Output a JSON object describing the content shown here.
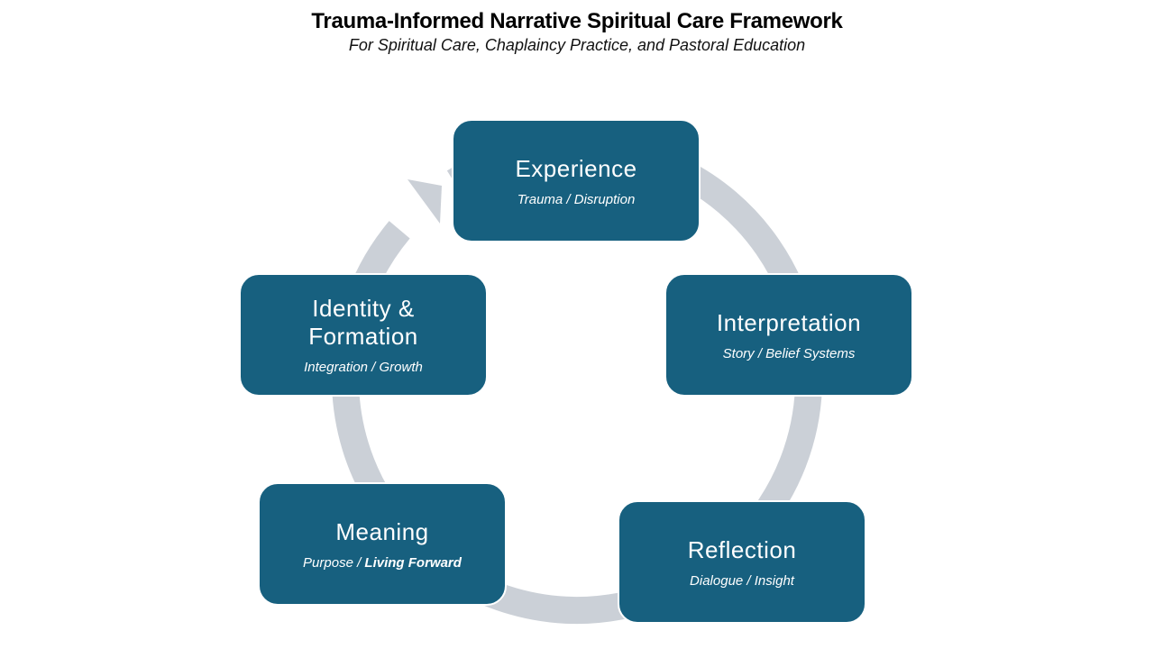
{
  "header": {
    "title": "Trauma-Informed Narrative Spiritual Care Framework",
    "subtitle": "For Spiritual Care, Chaplaincy Practice, and Pastoral Education"
  },
  "colors": {
    "node_fill": "#17607f",
    "ring": "#cbd0d7",
    "text_on_node": "#ffffff"
  },
  "cycle": {
    "direction": "clockwise",
    "nodes": [
      {
        "label": "Experience",
        "sub": "Trauma / Disruption"
      },
      {
        "label": "Interpretation",
        "sub": "Story / Belief Systems"
      },
      {
        "label": "Reflection",
        "sub": "Dialogue / Insight"
      },
      {
        "label": "Meaning",
        "sub_plain": "Purpose / ",
        "sub_bold": "Living Forward"
      },
      {
        "label_line1": "Identity &",
        "label_line2": "Formation",
        "sub": "Integration / Growth"
      }
    ]
  }
}
